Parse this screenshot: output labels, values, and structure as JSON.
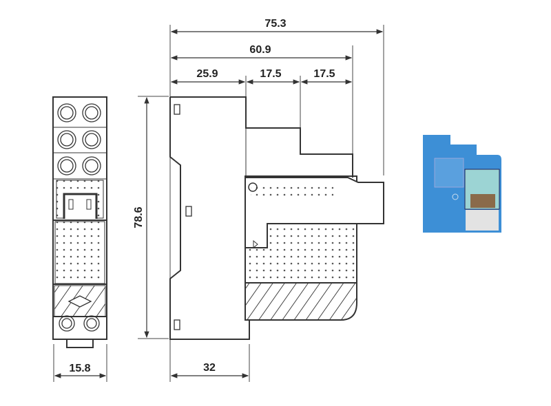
{
  "dimensions": {
    "overall_depth": "75.3",
    "body_depth": "60.9",
    "step_1": "25.9",
    "step_2": "17.5",
    "step_3": "17.5",
    "height": "78.6",
    "width": "15.8",
    "base_depth": "32"
  },
  "colors": {
    "line": "#333333",
    "product_blue": "#3d8fd6",
    "product_grey": "#dcdcdc"
  }
}
